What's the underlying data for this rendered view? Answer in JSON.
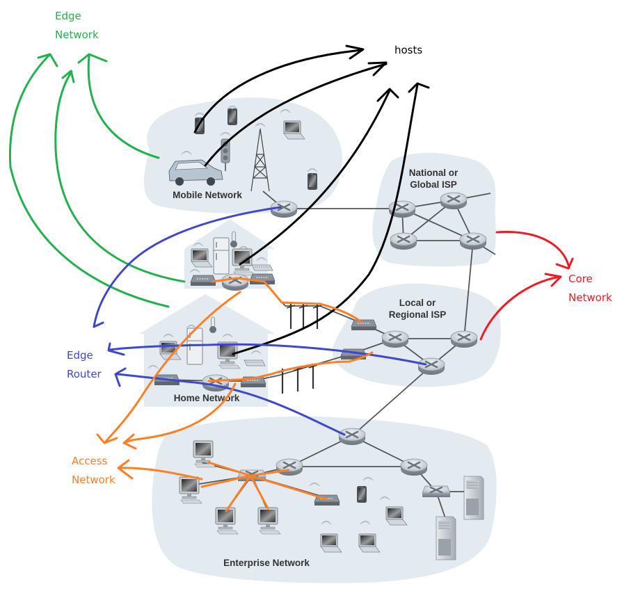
{
  "diagram": {
    "type": "network-topology",
    "networks": {
      "mobile": {
        "label": "Mobile Network"
      },
      "national_isp": {
        "label_line1": "National or",
        "label_line2": "Global ISP"
      },
      "local_isp": {
        "label_line1": "Local or",
        "label_line2": "Regional ISP"
      },
      "home": {
        "label": "Home Network"
      },
      "enterprise": {
        "label": "Enterprise Network"
      }
    },
    "annotations": {
      "edge_network": {
        "line1": "Edge",
        "line2": "Network",
        "color": "#22b14c"
      },
      "hosts": {
        "text": "hosts",
        "color": "#000000"
      },
      "core_network": {
        "line1": "Core",
        "line2": "Network",
        "color": "#ed1c24"
      },
      "edge_router": {
        "line1": "Edge",
        "line2": "Router",
        "color": "#3f48cc"
      },
      "access_network": {
        "line1": "Access",
        "line2": "Network",
        "color": "#ff7f27"
      }
    },
    "colors": {
      "cloud": "#e3ebf1",
      "link": "#555555"
    }
  }
}
